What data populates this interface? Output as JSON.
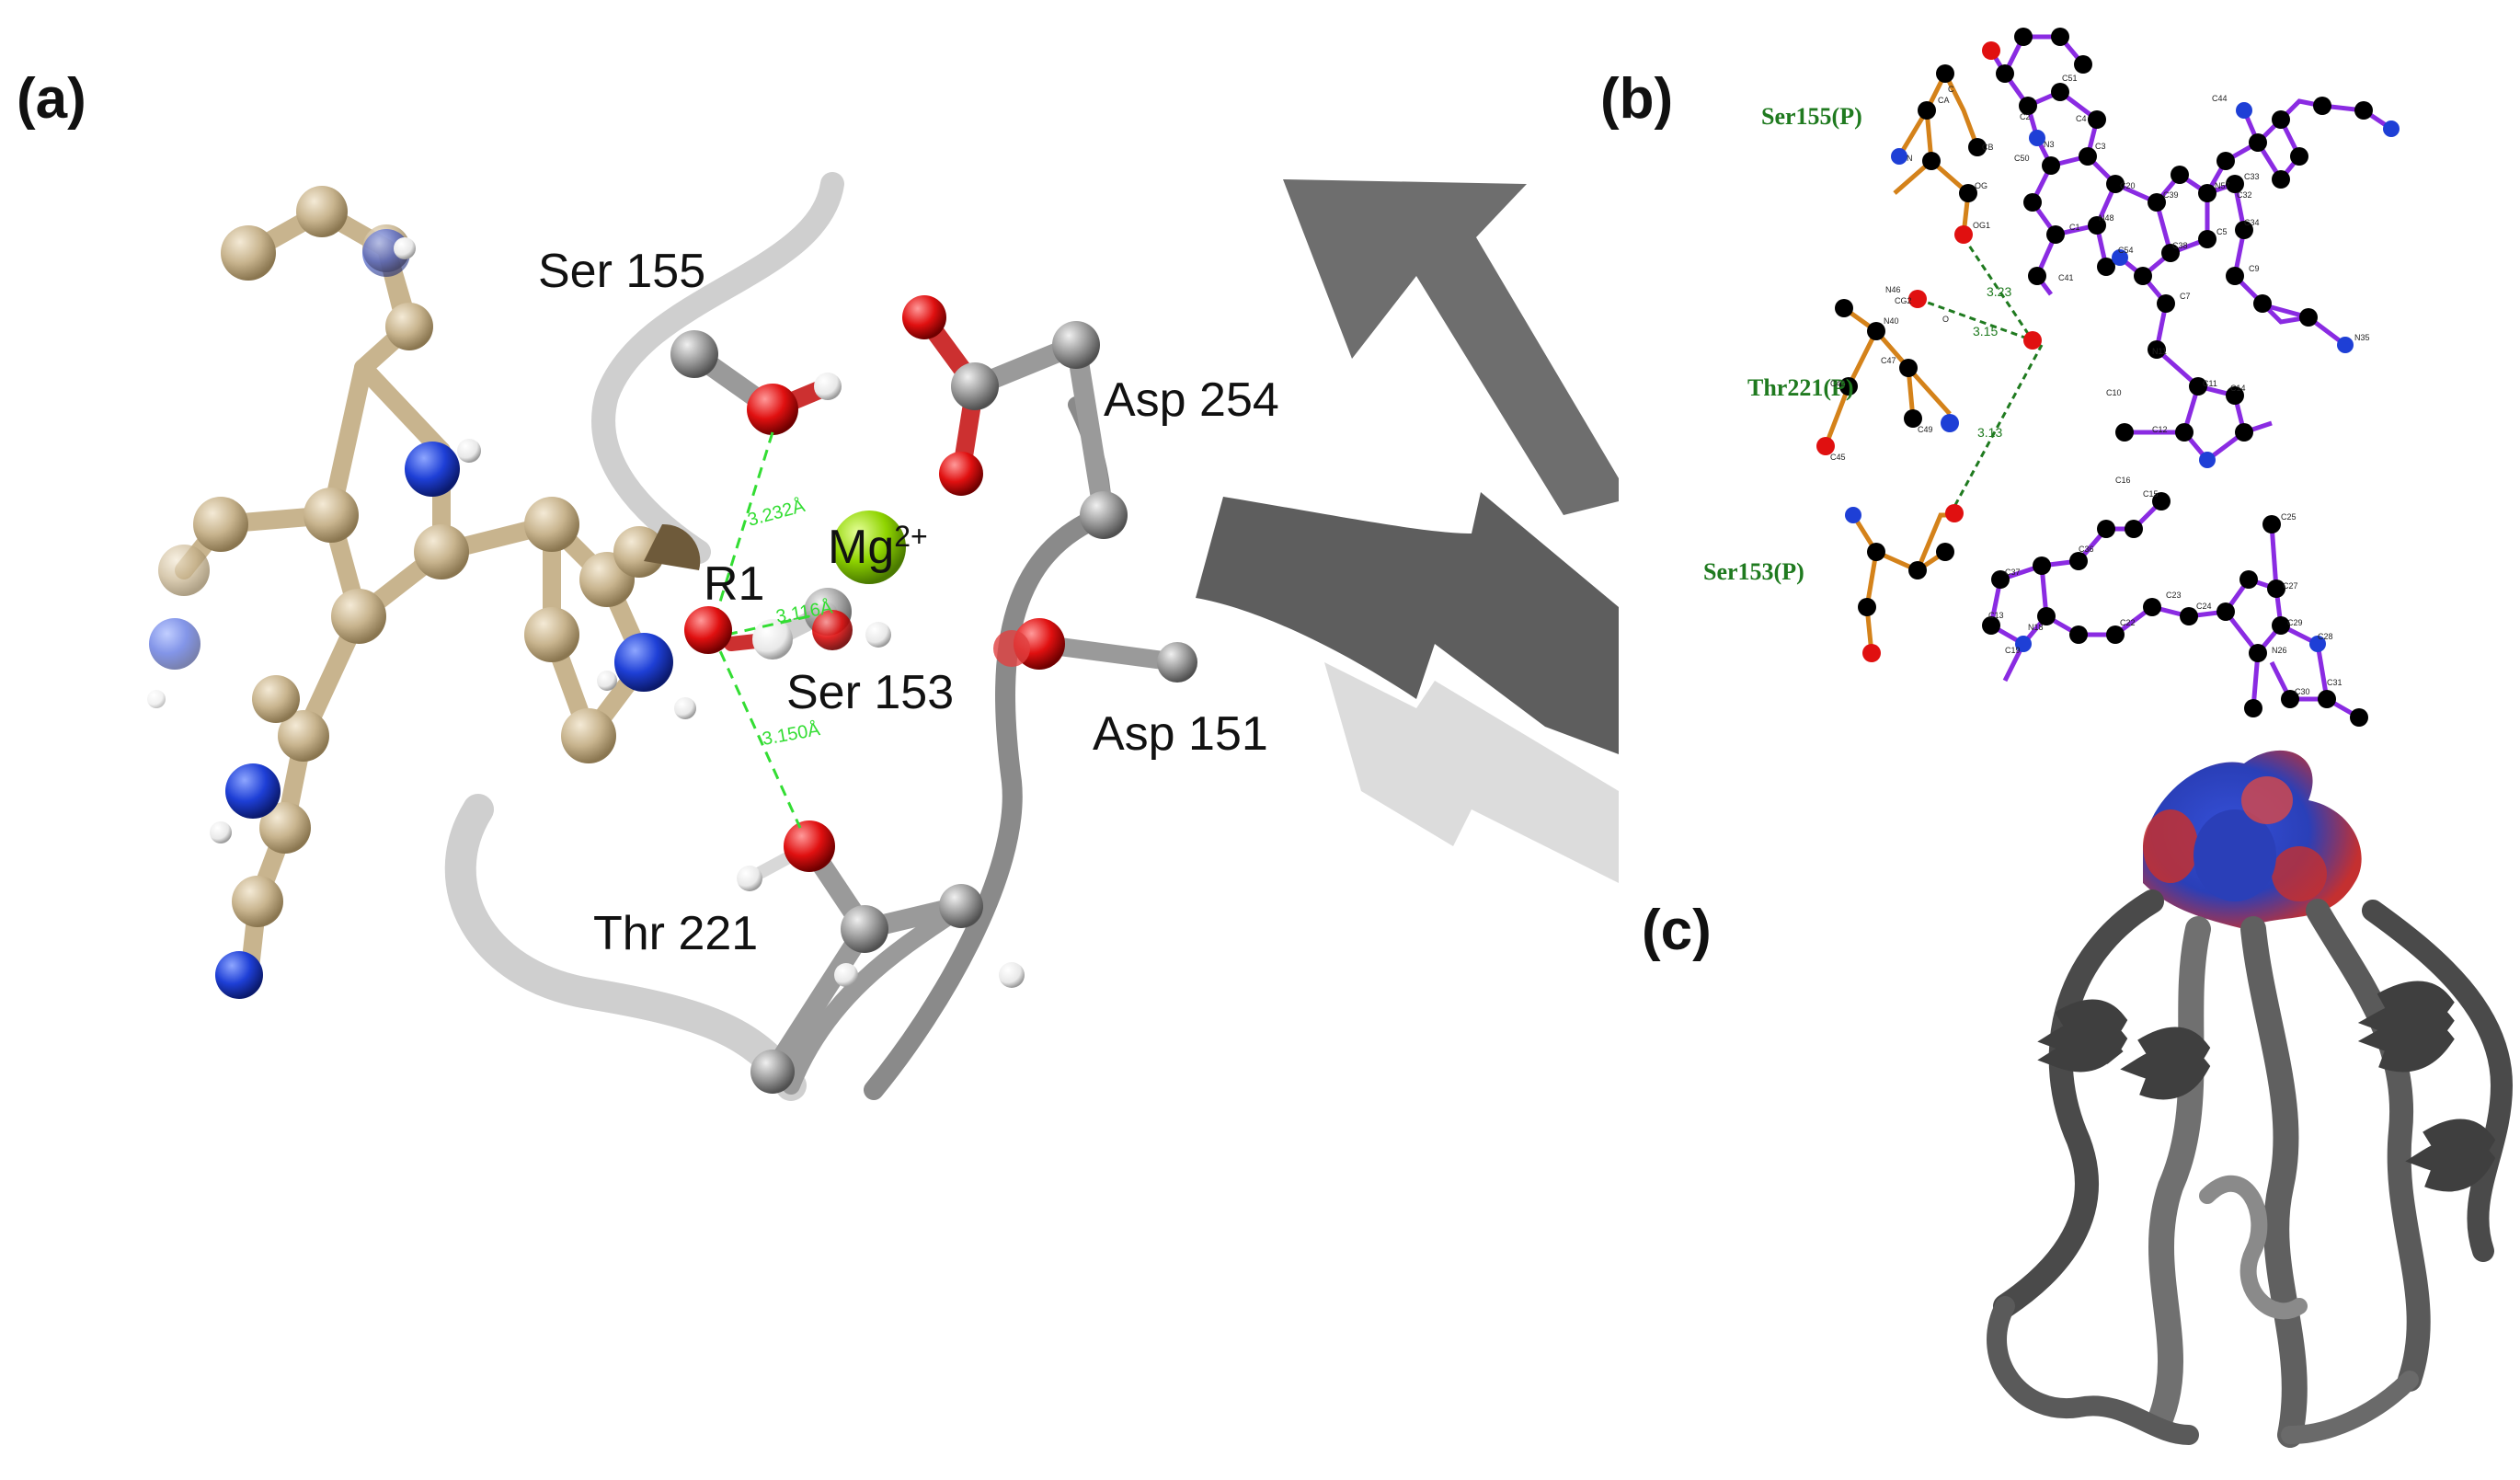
{
  "panels": {
    "a": {
      "label": "(a)"
    },
    "b": {
      "label": "(b)"
    },
    "c": {
      "label": "(c)"
    }
  },
  "panel_a": {
    "residues": {
      "ser155": "Ser 155",
      "asp254": "Asp 254",
      "ser153": "Ser 153",
      "asp151": "Asp 151",
      "thr221": "Thr 221",
      "r1": "R1",
      "mg_base": "Mg",
      "mg_sup": "2+"
    },
    "distances": {
      "d1": "3.232Å",
      "d2": "3.116Å",
      "d3": "3.150Å"
    },
    "colors": {
      "ligand_carbon": "#c8b48e",
      "nitrogen": "#1e3fd6",
      "oxygen": "#e01010",
      "protein": "#9a9a9a",
      "magnesium": "#8fd400",
      "hbond": "#33dd33"
    }
  },
  "panel_b": {
    "residues": {
      "ser155": "Ser155(P)",
      "thr221": "Thr221(P)",
      "ser153": "Ser153(P)"
    },
    "distances": {
      "d1": "3.23",
      "d2": "3.15",
      "d3": "3.13"
    },
    "atoms": [
      "N",
      "CA",
      "C",
      "O",
      "CB",
      "OG",
      "OG1",
      "CG2",
      "N40",
      "N46",
      "C47",
      "C49",
      "C42",
      "C45",
      "C44",
      "C50",
      "C51",
      "C4",
      "C3",
      "C2",
      "N3",
      "C1",
      "C20",
      "N48",
      "C54",
      "C41",
      "C39",
      "C38",
      "N57",
      "C32",
      "C33",
      "C34",
      "N35",
      "C5",
      "C9",
      "N11",
      "C12",
      "C10",
      "C7",
      "C11",
      "C14",
      "C15",
      "C16",
      "C36",
      "C37",
      "C13",
      "C19",
      "N18",
      "C22",
      "C23",
      "C24",
      "C27",
      "C25",
      "C29",
      "N26",
      "C30",
      "C28",
      "C31"
    ],
    "colors": {
      "ligand_bond": "#8a2be2",
      "residue_bond": "#d4821a",
      "atom_c": "#000000",
      "atom_n": "#1e3fd6",
      "atom_o": "#e01010",
      "hbond": "#1f7a1f"
    }
  },
  "panel_c": {
    "colors": {
      "ribbon": "#5a5a5a",
      "surface_pos": "#2a3fb8",
      "surface_neg": "#d43030"
    }
  }
}
